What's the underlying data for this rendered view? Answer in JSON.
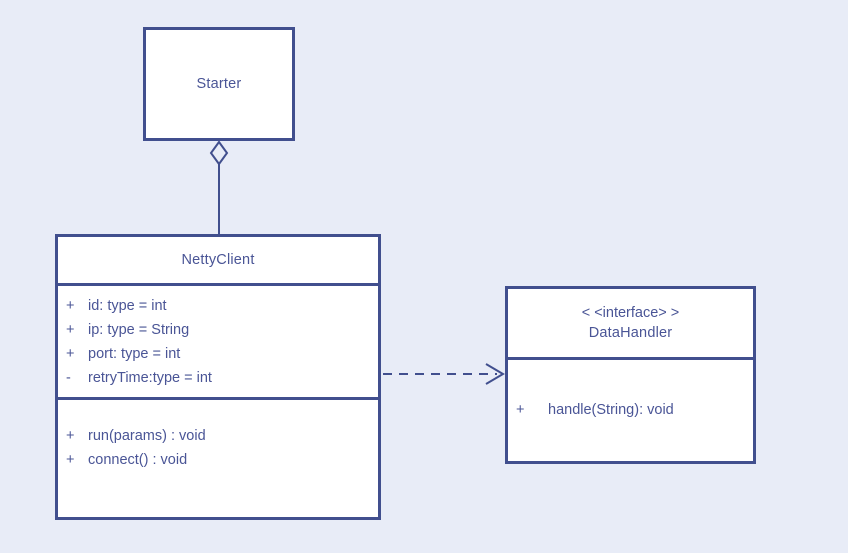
{
  "diagram": {
    "type": "uml-class-diagram",
    "background_color": "#e8ecf7",
    "line_color": "#414f8e",
    "text_color": "#4a5596",
    "box_fill": "#ffffff"
  },
  "classes": {
    "starter": {
      "name": "Starter",
      "stereotype": "",
      "attributes": [],
      "operations": []
    },
    "netty_client": {
      "name": "NettyClient",
      "stereotype": "",
      "attributes": [
        {
          "visibility": "+",
          "text": "id: type = int"
        },
        {
          "visibility": "+",
          "text": "ip: type = String"
        },
        {
          "visibility": "+",
          "text": "port: type = int"
        },
        {
          "visibility": "-",
          "text": "retryTime:type = int"
        }
      ],
      "operations": [
        {
          "visibility": "+",
          "text": "run(params) : void"
        },
        {
          "visibility": "+",
          "text": "connect() : void"
        }
      ]
    },
    "data_handler": {
      "name": "DataHandler",
      "stereotype": "< <interface> >",
      "attributes": [],
      "operations": [
        {
          "visibility": "+",
          "text": "handle(String): void"
        }
      ]
    }
  },
  "relationships": [
    {
      "id": "aggregation",
      "kind": "aggregation",
      "from": "starter",
      "to": "netty_client",
      "line_style": "solid",
      "source_decoration": "hollow-diamond",
      "target_decoration": "none",
      "label": ""
    },
    {
      "id": "realization",
      "kind": "dependency",
      "from": "netty_client",
      "to": "data_handler",
      "line_style": "dashed",
      "source_decoration": "none",
      "target_decoration": "open-arrow",
      "label": ""
    }
  ]
}
